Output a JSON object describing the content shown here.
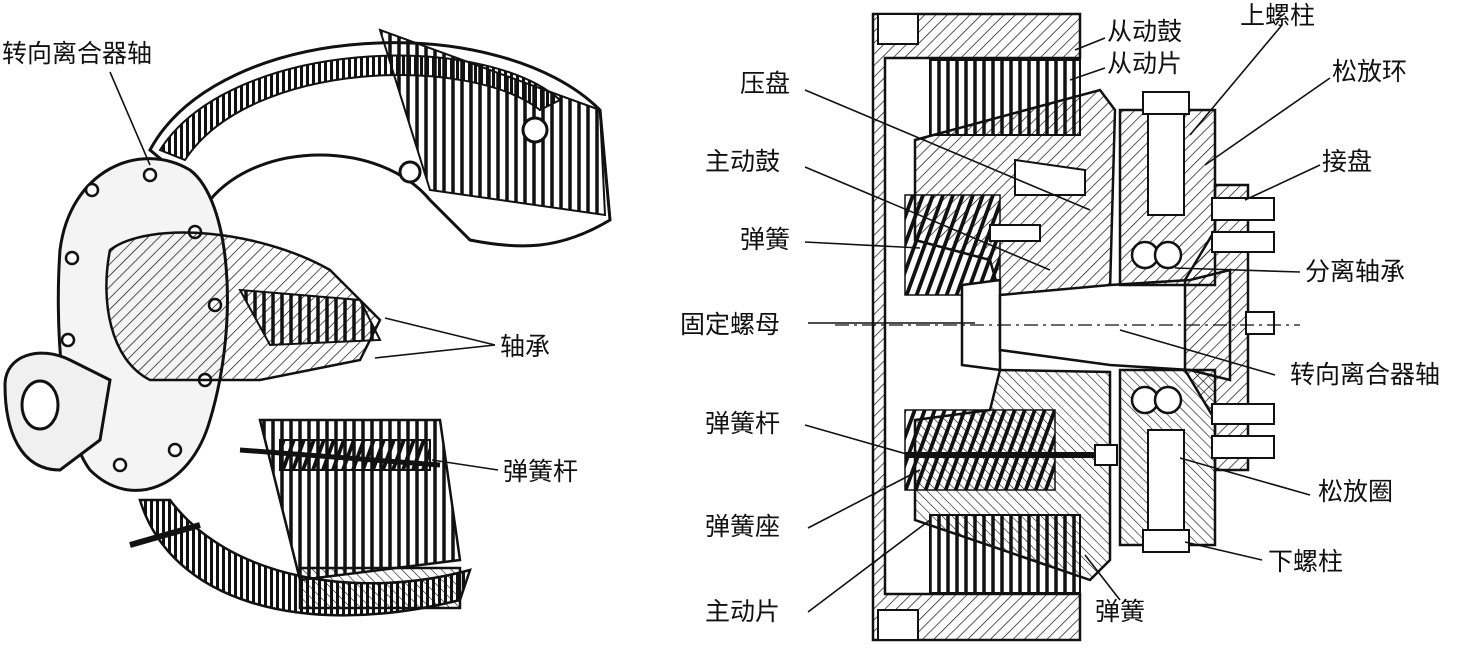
{
  "left_view": {
    "labels": {
      "steering_clutch_shaft": "转向离合器轴",
      "bearing": "轴承",
      "spring_rod": "弹簧杆"
    }
  },
  "section_view": {
    "labels": {
      "driven_drum": "从动鼓",
      "driven_plate": "从动片",
      "upper_stud": "上螺柱",
      "release_ring": "松放环",
      "pressure_plate": "压盘",
      "driving_drum": "主动鼓",
      "coupling_flange": "接盘",
      "spring_upper": "弹簧",
      "release_bearing": "分离轴承",
      "fixing_nut": "固定螺母",
      "steering_clutch_shaft": "转向离合器轴",
      "spring_rod": "弹簧杆",
      "release_collar": "松放圈",
      "spring_seat": "弹簧座",
      "lower_stud": "下螺柱",
      "driving_plate": "主动片",
      "spring_lower": "弹簧"
    }
  },
  "colors": {
    "ink": "#111111",
    "paper": "#ffffff",
    "shade": "#3a3a3a"
  }
}
